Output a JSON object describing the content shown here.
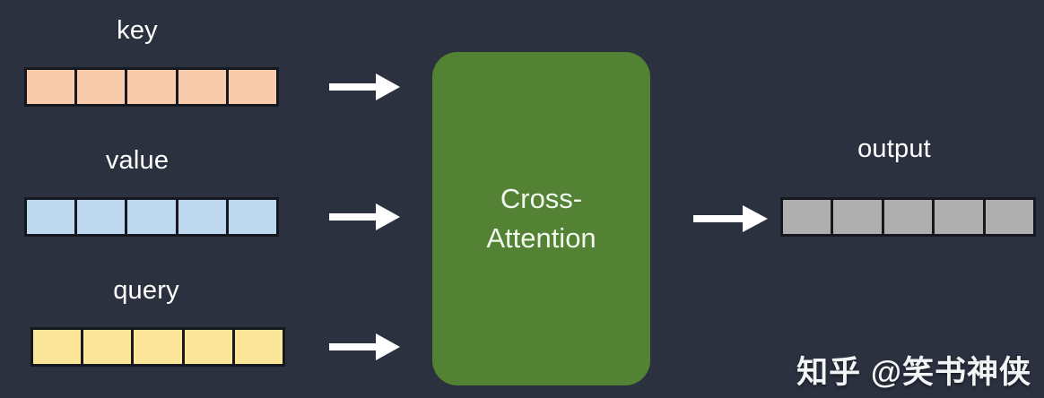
{
  "theme": {
    "background": "#2b313f",
    "cell_border": "#16181f",
    "label_color": "#ffffff",
    "arrow_color": "#ffffff",
    "block_color": "#538234",
    "block_text_color": "#f2f7ee"
  },
  "diagram": {
    "type": "cross-attention-block-diagram",
    "inputs": [
      {
        "id": "key",
        "label": "key",
        "cell_count": 5,
        "color": "#f7cbac",
        "arrow": "right-arrow-icon"
      },
      {
        "id": "value",
        "label": "value",
        "cell_count": 5,
        "color": "#bdd7ee",
        "arrow": "right-arrow-icon"
      },
      {
        "id": "query",
        "label": "query",
        "cell_count": 5,
        "color": "#fce69a",
        "arrow": "right-arrow-icon"
      }
    ],
    "block": {
      "title": "Cross-\nAttention",
      "color": "#538234"
    },
    "output": {
      "id": "output",
      "label": "output",
      "cell_count": 5,
      "color": "#aeaeae",
      "arrow": "right-arrow-icon"
    }
  },
  "watermark": {
    "text": "知乎 @笑书神侠"
  }
}
